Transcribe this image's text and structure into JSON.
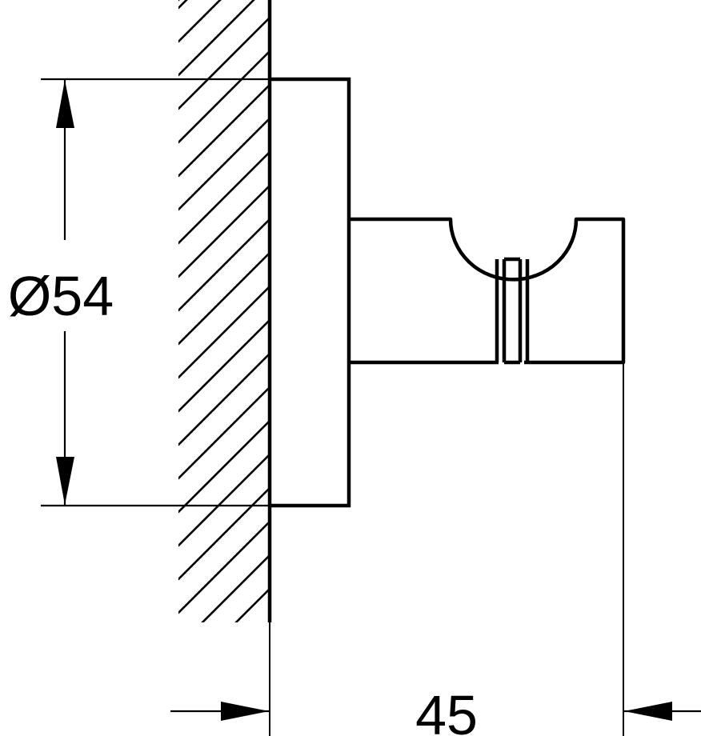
{
  "drawing": {
    "title": "Wall hook technical drawing",
    "units": "mm",
    "line_color": "#000000",
    "background": "#ffffff"
  },
  "dimensions": {
    "diameter": {
      "label": "Ø54",
      "symbol": "Ø",
      "value": 54,
      "orientation": "vertical"
    },
    "projection": {
      "label": "45",
      "value": 45,
      "orientation": "horizontal"
    }
  },
  "components": {
    "wall": {
      "name": "wall",
      "hatched": true
    },
    "rosette": {
      "name": "wall rosette"
    },
    "hook": {
      "name": "hook body",
      "has_cradle": true,
      "grooves": 2
    }
  }
}
